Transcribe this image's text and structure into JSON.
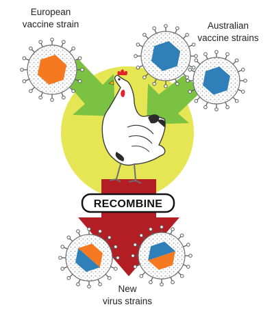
{
  "labels": {
    "european": [
      "European",
      "vaccine strain"
    ],
    "australian": [
      "Australian",
      "vaccine strains"
    ],
    "recombine": "RECOMBINE",
    "new_strains": [
      "New",
      "virus strains"
    ]
  },
  "colors": {
    "background": "#ffffff",
    "hen_disc": "#e6e654",
    "green_arrow": "#7cc242",
    "red_arrow": "#b31e24",
    "european_core": "#f47920",
    "australian_core": "#2f7fb8",
    "virion_speckle": "#a7a9ac",
    "spike": "#58595b"
  },
  "icons": {
    "european_virus": "european-virus-icon",
    "australian_virus_1": "australian-virus-icon",
    "australian_virus_2": "australian-virus-icon",
    "hen": "chicken-icon",
    "new_virus_1": "recombinant-virus-icon",
    "new_virus_2": "recombinant-virus-icon"
  }
}
